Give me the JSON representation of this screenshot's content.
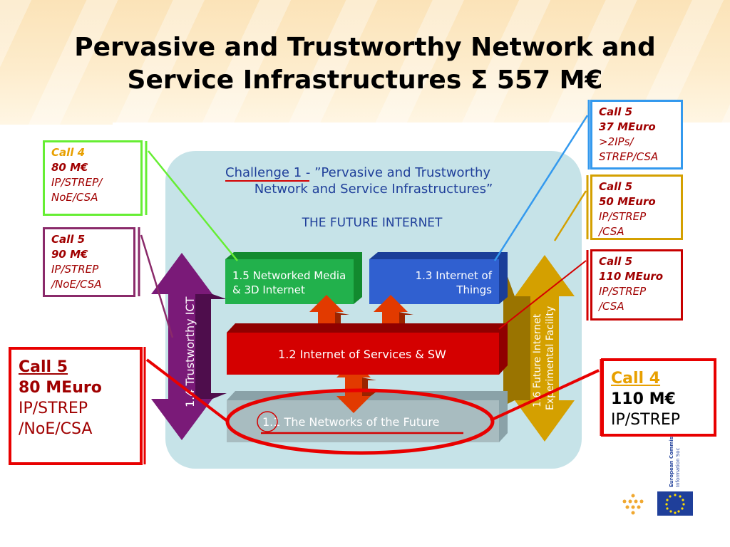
{
  "slide": {
    "title_line1": "Pervasive and Trustworthy Network and",
    "title_line2": "Service Infrastructures Σ 557 M€"
  },
  "challenge": {
    "prefix": "Challenge 1",
    "text_line1": " - ”Pervasive and Trustworthy",
    "text_line2": "Network and Service Infrastructures”",
    "subtitle": "THE FUTURE INTERNET"
  },
  "blocks": {
    "b15_line1": "1.5 Networked Media",
    "b15_line2": "& 3D Internet",
    "b13_line1": "1.3 Internet of",
    "b13_line2": "Things",
    "b12": "1.2 Internet of Services & SW",
    "b11_num": "1.1",
    "b11_text": " The Networks of the Future",
    "b14": "1.4 Trustworthy ICT",
    "b16_line1": "1.6 Future Internet",
    "b16_line2": "Experimental Facility"
  },
  "calls": {
    "left1": {
      "name": "Call 4",
      "amount": "80 M€",
      "line3": "IP/STREP/",
      "line4": "NoE/CSA"
    },
    "left2": {
      "name": "Call 5",
      "amount": "90 M€",
      "line3": "IP/STREP",
      "line4": "/NoE/CSA"
    },
    "left3": {
      "name": "Call 5",
      "amount": "80 MEuro",
      "line3": "IP/STREP",
      "line4": "/NoE/CSA"
    },
    "right1": {
      "name": "Call 5",
      "amount": "37 MEuro",
      "line3": ">2IPs/",
      "line4": "STREP/CSA"
    },
    "right2": {
      "name": "Call 5",
      "amount": "50 MEuro",
      "line3": "IP/STREP",
      "line4": "/CSA"
    },
    "right3": {
      "name": "Call 5",
      "amount": "110 MEuro",
      "line3": "IP/STREP",
      "line4": "/CSA"
    },
    "right4": {
      "name": "Call 4",
      "amount": "110 M€",
      "line3": "IP/STREP"
    }
  },
  "logo": {
    "text_line1": "European Commis",
    "text_line2": "Information Soc"
  },
  "colors": {
    "green": "#22b14c",
    "blue": "#3060d0",
    "red": "#d40000",
    "purple": "#7a1a78",
    "gold": "#d4a000",
    "panel": "#bfe0e6",
    "text_blue": "#1f3f9a"
  }
}
